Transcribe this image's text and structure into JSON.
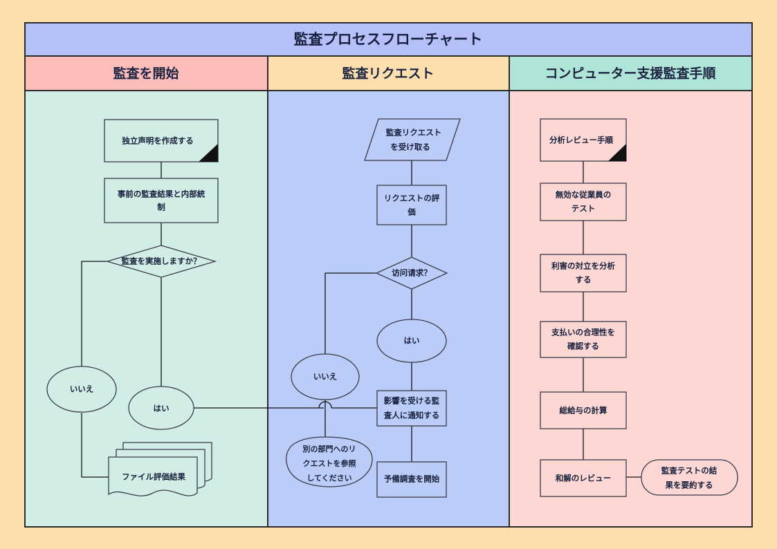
{
  "page": {
    "background": "#fcdfad",
    "frame_border": "#2b2b2b",
    "title": "監査プロセスフローチャート",
    "title_band_color": "#b4c0f7"
  },
  "lanes": [
    {
      "id": "lane-start-audit",
      "header_label": "監査を開始",
      "header_color": "#fbbcba",
      "body_color": "#d2ede5"
    },
    {
      "id": "lane-audit-request",
      "header_label": "監査リクエスト",
      "header_color": "#fcdfad",
      "body_color": "#bcccf8"
    },
    {
      "id": "lane-caat",
      "header_label": "コンピューター支援監査手順",
      "header_color": "#aee5d8",
      "body_color": "#fcd7d4"
    }
  ],
  "nodes": {
    "c1": [
      {
        "id": "n1-prepare-independence-statement",
        "label": "独立声明を作成する",
        "shape": "note"
      },
      {
        "id": "n1-prior-audit-results",
        "label": "事前の監査結果と内部統\n制",
        "shape": "process"
      },
      {
        "id": "n1-conduct-audit-decision",
        "label": "監査を実施しますか？",
        "shape": "decision"
      },
      {
        "id": "n1-no",
        "label": "いいえ",
        "shape": "ellipse"
      },
      {
        "id": "n1-yes",
        "label": "はい",
        "shape": "ellipse"
      },
      {
        "id": "n1-file-evaluation-results",
        "label": "ファイル評価結果",
        "shape": "multidocument"
      }
    ],
    "c2": [
      {
        "id": "n2-receive-audit-request",
        "label": "監査リクエスト\nを受け取る",
        "shape": "parallelogram"
      },
      {
        "id": "n2-evaluate-request",
        "label": "リクエストの評\n価",
        "shape": "process"
      },
      {
        "id": "n2-access-request-decision",
        "label": "访问请求？",
        "shape": "decision"
      },
      {
        "id": "n2-yes",
        "label": "はい",
        "shape": "ellipse"
      },
      {
        "id": "n2-no",
        "label": "いいえ",
        "shape": "ellipse"
      },
      {
        "id": "n2-notify-affected-auditees",
        "label": "影響を受ける監\n査人に通知する",
        "shape": "process"
      },
      {
        "id": "n2-refer-request-other-dept",
        "label": "別の部門へのリ\nクエストを参照\nしてください",
        "shape": "cloud"
      },
      {
        "id": "n2-begin-preliminary-survey",
        "label": "予備調査を開始",
        "shape": "process"
      }
    ],
    "c3": [
      {
        "id": "n3-analytical-review-procedures",
        "label": "分析レビュー手順",
        "shape": "note"
      },
      {
        "id": "n3-test-invalid-employees",
        "label": "無効な従業員の\nテスト",
        "shape": "process"
      },
      {
        "id": "n3-analyze-conflicts-of-interest",
        "label": "利害の対立を分析\nする",
        "shape": "process"
      },
      {
        "id": "n3-verify-payment-reasonableness",
        "label": "支払いの合理性を\n確認する",
        "shape": "process"
      },
      {
        "id": "n3-compute-gross-pay",
        "label": "総給与の計算",
        "shape": "process"
      },
      {
        "id": "n3-review-reconciliation",
        "label": "和解のレビュー",
        "shape": "process"
      },
      {
        "id": "n3-summarize-audit-test-results",
        "label": "監査テストの結\n果を要約する",
        "shape": "terminator"
      }
    ]
  },
  "chart_data": {
    "type": "diagram",
    "title": "監査プロセスフローチャート",
    "lanes": [
      "監査を開始",
      "監査リクエスト",
      "コンピューター支援監査手順"
    ],
    "edges": [
      {
        "from": "n1-prepare-independence-statement",
        "to": "n1-prior-audit-results"
      },
      {
        "from": "n1-prior-audit-results",
        "to": "n1-conduct-audit-decision"
      },
      {
        "from": "n1-conduct-audit-decision",
        "to": "n1-no"
      },
      {
        "from": "n1-conduct-audit-decision",
        "to": "n1-yes"
      },
      {
        "from": "n1-no",
        "to": "n1-file-evaluation-results"
      },
      {
        "from": "n1-yes",
        "to": "n2-notify-affected-auditees"
      },
      {
        "from": "n2-receive-audit-request",
        "to": "n2-evaluate-request"
      },
      {
        "from": "n2-evaluate-request",
        "to": "n2-access-request-decision"
      },
      {
        "from": "n2-access-request-decision",
        "to": "n2-yes"
      },
      {
        "from": "n2-access-request-decision",
        "to": "n2-no"
      },
      {
        "from": "n2-yes",
        "to": "n2-notify-affected-auditees"
      },
      {
        "from": "n2-no",
        "to": "n2-refer-request-other-dept"
      },
      {
        "from": "n2-notify-affected-auditees",
        "to": "n2-begin-preliminary-survey"
      },
      {
        "from": "n3-analytical-review-procedures",
        "to": "n3-test-invalid-employees"
      },
      {
        "from": "n3-test-invalid-employees",
        "to": "n3-analyze-conflicts-of-interest"
      },
      {
        "from": "n3-analyze-conflicts-of-interest",
        "to": "n3-verify-payment-reasonableness"
      },
      {
        "from": "n3-verify-payment-reasonableness",
        "to": "n3-compute-gross-pay"
      },
      {
        "from": "n3-compute-gross-pay",
        "to": "n3-review-reconciliation"
      },
      {
        "from": "n3-review-reconciliation",
        "to": "n3-summarize-audit-test-results"
      }
    ]
  }
}
